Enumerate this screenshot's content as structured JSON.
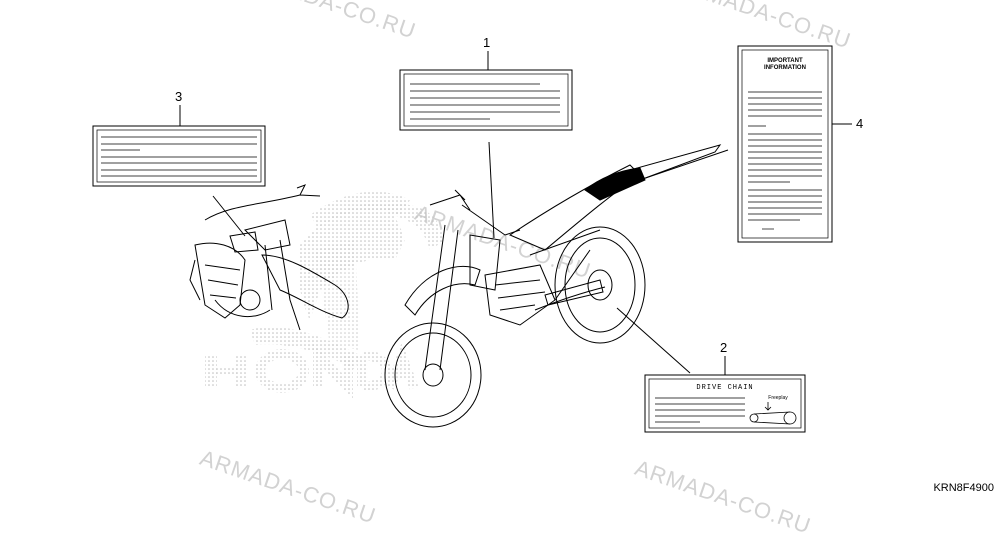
{
  "watermarks": [
    "ARMADA-CO.RU",
    "ARMADA-CO.RU",
    "ARMADA-CO.RU",
    "ARMADA-CO.RU",
    "ARMADA-CO.RU"
  ],
  "callouts": [
    "1",
    "2",
    "3",
    "4"
  ],
  "label_4": {
    "title_line1": "IMPORTANT",
    "title_line2": "INFORMATION"
  },
  "label_2": {
    "title": "DRIVE CHAIN",
    "sub": "Freeplay"
  },
  "brand_logo_text": "HONDA",
  "diagram_code": "KRN8F4900",
  "colors": {
    "line": "#000000",
    "watermark": "#d2d2d2",
    "stipple": "#bdbdbd"
  }
}
